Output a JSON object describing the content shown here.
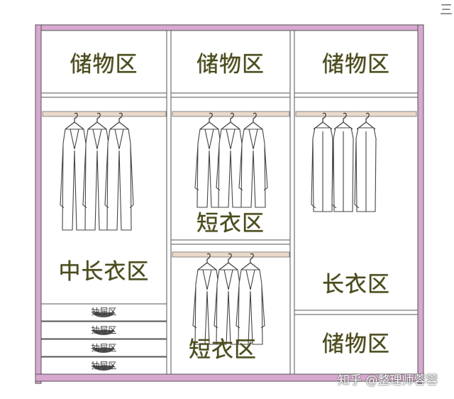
{
  "labels": {
    "storage_left": "储物区",
    "storage_mid": "储物区",
    "storage_right": "储物区",
    "medium_long": "中长衣区",
    "short_upper": "短衣区",
    "short_lower": "短衣区",
    "long": "长衣区",
    "storage_bottom_right": "储物区",
    "drawer_1": "抽屉区",
    "drawer_2": "抽屉区",
    "drawer_3": "抽屉区",
    "drawer_4": "抽屉区"
  },
  "watermark": "知乎 @整理师蓉蓉",
  "corner_mark": "三",
  "colors": {
    "frame": "#d8a8d0",
    "rod": "#ead8c8",
    "text": "#4a4a1c"
  }
}
